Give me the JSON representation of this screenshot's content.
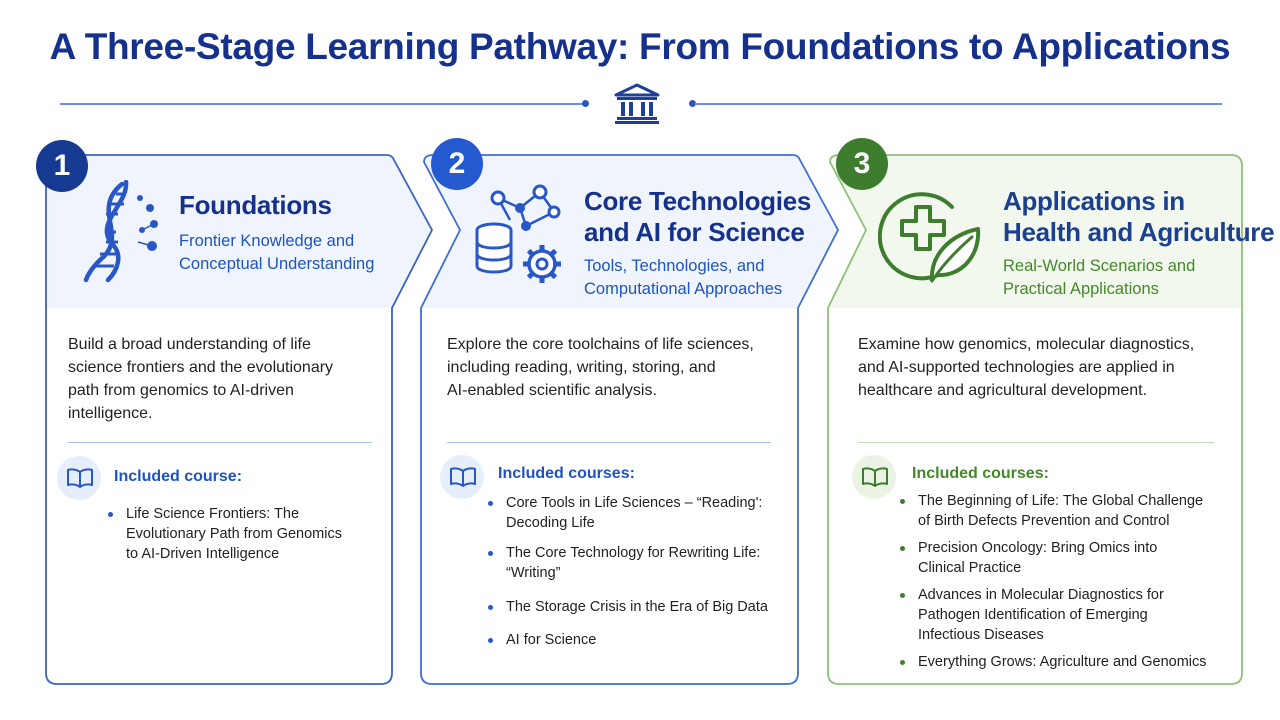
{
  "header": {
    "title": "A Three-Stage Learning Pathway: From Foundations to Applications"
  },
  "colors": {
    "stage1_border": "#3a63c4",
    "stage2_border": "#3f6ed4",
    "stage3_border": "#8ec07a",
    "stage1_badge": "#163a92",
    "stage2_badge": "#2559cf",
    "stage3_badge": "#3f7d2e",
    "header_fill_blue": "#f0f5fd",
    "header_fill_green": "#f3f8ef"
  },
  "stages": [
    {
      "number": "1",
      "title_lines": [
        "Foundations"
      ],
      "subtitle_lines": [
        "Frontier Knowledge and",
        "Conceptual Understanding"
      ],
      "icon": "dna-icon",
      "description_lines": [
        "Build a broad understanding of life",
        "science frontiers and the evolutionary",
        "path from genomics to AI-driven",
        "intelligence."
      ],
      "included_label": "Included course:",
      "courses": [
        [
          "Life Science Frontiers: The",
          "Evolutionary Path from Genomics",
          "to AI-Driven Intelligence"
        ]
      ]
    },
    {
      "number": "2",
      "title_lines": [
        "Core Technologies",
        "and AI for Science"
      ],
      "subtitle_lines": [
        "Tools, Technologies, and",
        "Computational Approaches"
      ],
      "icon": "database-network-gear-icon",
      "description_lines": [
        "Explore the core toolchains of life sciences,",
        "including reading, writing, storing, and",
        "AI-enabled scientific analysis."
      ],
      "included_label": "Included courses:",
      "courses": [
        [
          "Core Tools in Life Sciences – “Reading':",
          "Decoding Life"
        ],
        [
          "The Core Technology for Rewriting Life:",
          "“Writing”"
        ],
        [
          "The Storage Crisis in the Era of Big Data"
        ],
        [
          "AI for Science"
        ]
      ]
    },
    {
      "number": "3",
      "title_lines": [
        "Applications in",
        "Health and Agriculture"
      ],
      "subtitle_lines": [
        "Real-World Scenarios and",
        "Practical Applications"
      ],
      "icon": "medical-cross-leaf-icon",
      "description_lines": [
        "Examine how genomics, molecular diagnostics,",
        "and AI-supported technologies are applied in",
        "healthcare and agricultural development."
      ],
      "included_label": "Included courses:",
      "courses": [
        [
          "The Beginning of Life: The Global Challenge",
          "of Birth Defects Prevention and Control"
        ],
        [
          "Precision Oncology: Bring Omics into",
          "Clinical Practice"
        ],
        [
          "Advances in Molecular Diagnostics for",
          "Pathogen Identification of Emerging",
          "Infectious Diseases"
        ],
        [
          "Everything Grows: Agriculture and Genomics"
        ]
      ]
    }
  ]
}
